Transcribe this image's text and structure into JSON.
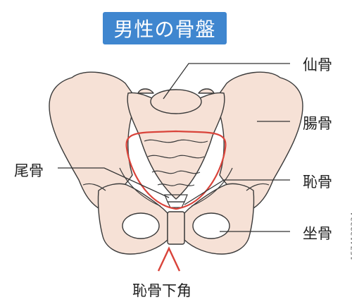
{
  "title": "男性の骨盤",
  "labels": {
    "sacrum": "仙骨",
    "ilium": "腸骨",
    "pubis": "恥骨",
    "ischium": "坐骨",
    "coccyx": "尾骨",
    "subpubic_angle": "恥骨下角"
  },
  "side_id": "1574132334",
  "colors": {
    "title_bg": "#3f86cf",
    "bone_fill": "#f6e1d6",
    "outline": "#3a3a3a",
    "highlight": "#d9433a"
  }
}
